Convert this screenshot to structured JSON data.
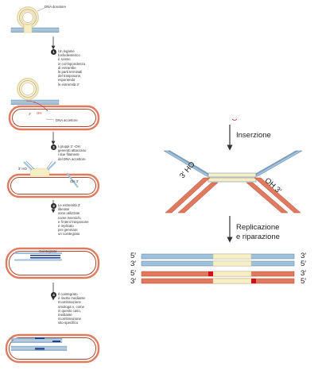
{
  "left_panel": {
    "donor_label": "DNA donatore",
    "acceptor_label": "DNA accettore",
    "cointegrate_label": "Cointegrato",
    "end_label_3": "3'",
    "end_label_oh": "OH",
    "end_label_3ho": "3' HO",
    "end_label_oh3": "OH 3'",
    "steps": [
      {
        "number": "1",
        "text": "Un legame\nfosfodiesterico\nè scisso\nin corrispondenza\ndi entrambe\nle parti terminali\ndel trasposone,\nesponendo\nle estremità 3'"
      },
      {
        "number": "2",
        "text": "I gruppi 3' -OH\ngenerati attaccano\ni due filamenti\ndel DNA accettore"
      },
      {
        "number": "3",
        "text": "Le estremità 3'\nliberate\nsono utilizzate\ncome innesichi,\ne l'intero trasposone\nè replicato\nper generare\nun cointegrato"
      },
      {
        "number": "4",
        "text": "Il cointegrato\nè risolto mediante\nricombinazione\nomologa o, come\nin questo caso,\nmediante\nricombinazione\nsito-specifica"
      }
    ]
  },
  "right_panel": {
    "insertion_label": "Inserzione",
    "left_end_label": "3′ HO",
    "right_end_label": "OH 3′",
    "replication_label_line1": "Replicazione",
    "replication_label_line2": "e riparazione",
    "strand_labels": {
      "row1_left": "5′",
      "row1_right": "3′",
      "row2_left": "3′",
      "row2_right": "5′",
      "row3_left": "5′",
      "row3_right": "3′",
      "row4_left": "3′",
      "row4_right": "5′"
    }
  },
  "colors": {
    "blue_strand": "#9ec1dc",
    "blue_outline": "#5f7f9c",
    "red_strand": "#e07a5f",
    "red_outline": "#b2452c",
    "transposon": "#f6efc6",
    "cointegrate_dark": "#1e3a8a",
    "target_site": "#d10f1f"
  }
}
